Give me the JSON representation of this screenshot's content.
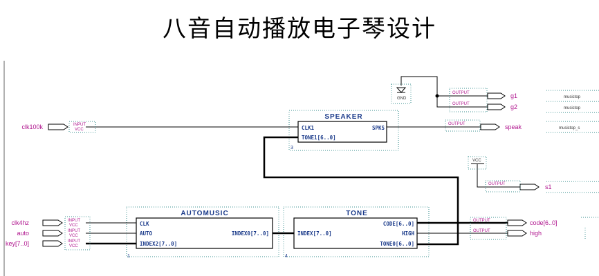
{
  "title": "八音自动播放电子琴设计",
  "blocks": {
    "speaker": {
      "name": "SPEAKER",
      "ports": {
        "clk": "CLK1",
        "tone": "TONE1[6..0]",
        "spks": "SPKS"
      },
      "instance": "3"
    },
    "automusic": {
      "name": "AUTOMUSIC",
      "ports": {
        "clk": "CLK",
        "auto": "AUTO",
        "index2": "INDEX2[7..0]",
        "index0": "INDEX0[7..0]"
      },
      "instance": "1"
    },
    "tone": {
      "name": "TONE",
      "ports": {
        "index": "INDEX[7..0]",
        "code": "CODE[6..0]",
        "high": "HIGH",
        "tone0": "TONE0[6..0]"
      },
      "instance": "4"
    }
  },
  "inputs": {
    "clk100k": {
      "name": "clk100k",
      "pintype": "INPUT",
      "vcc": "VCC"
    },
    "clk4hz": {
      "name": "clk4hz",
      "pintype": "INPUT",
      "vcc": "VCC"
    },
    "auto": {
      "name": "auto",
      "pintype": "INPUT",
      "vcc": "VCC"
    },
    "key": {
      "name": "key[7..0]",
      "pintype": "INPUT",
      "vcc": "VCC"
    }
  },
  "outputs": {
    "g1": {
      "name": "g1",
      "pintype": "OUTPUT",
      "loc": "musictop"
    },
    "g2": {
      "name": "g2",
      "pintype": "OUTPUT",
      "loc": "musictop"
    },
    "speak": {
      "name": "speak",
      "pintype": "OUTPUT",
      "loc": "musictop_s"
    },
    "s1": {
      "name": "s1",
      "pintype": "OUTPUT"
    },
    "code": {
      "name": "code[6..0]",
      "pintype": "OUTPUT"
    },
    "high": {
      "name": "high",
      "pintype": "OUTPUT"
    }
  },
  "power": {
    "gnd": "GND",
    "vcc": "VCC"
  },
  "colors": {
    "block_text": "#1a3a8a",
    "signal_text": "#b0158e",
    "wire": "#000000",
    "dotted": "#3a8f8f"
  }
}
